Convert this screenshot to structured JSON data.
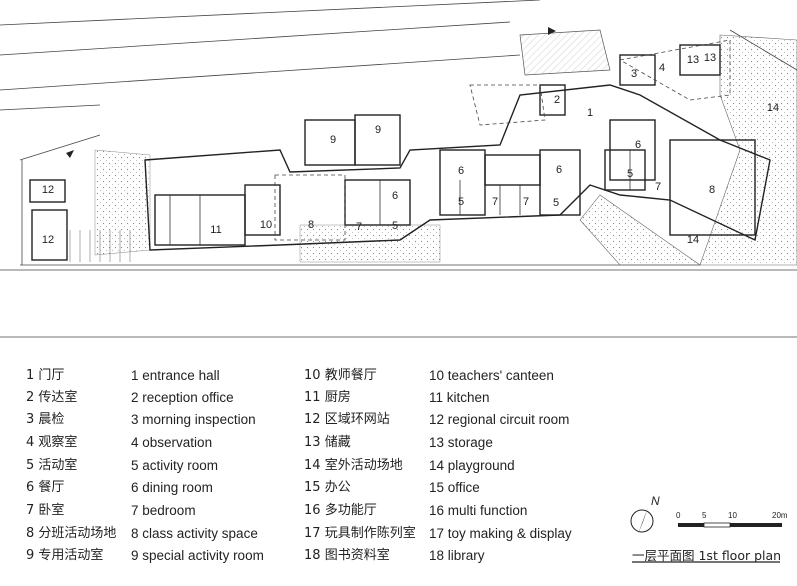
{
  "legend": [
    {
      "num": "1",
      "zh": "门厅",
      "en": "entrance hall"
    },
    {
      "num": "2",
      "zh": "传达室",
      "en": "reception office"
    },
    {
      "num": "3",
      "zh": "晨检",
      "en": "morning inspection"
    },
    {
      "num": "4",
      "zh": "观察室",
      "en": "observation"
    },
    {
      "num": "5",
      "zh": "活动室",
      "en": "activity room"
    },
    {
      "num": "6",
      "zh": "餐厅",
      "en": "dining room"
    },
    {
      "num": "7",
      "zh": "卧室",
      "en": "bedroom"
    },
    {
      "num": "8",
      "zh": "分班活动场地",
      "en": "class activity space"
    },
    {
      "num": "9",
      "zh": "专用活动室",
      "en": "special activity room"
    },
    {
      "num": "10",
      "zh": "教师餐厅",
      "en": "teachers' canteen"
    },
    {
      "num": "11",
      "zh": "厨房",
      "en": "kitchen"
    },
    {
      "num": "12",
      "zh": "区域环网站",
      "en": "regional circuit room"
    },
    {
      "num": "13",
      "zh": "储藏",
      "en": "storage"
    },
    {
      "num": "14",
      "zh": "室外活动场地",
      "en": "playground"
    },
    {
      "num": "15",
      "zh": "办公",
      "en": "office"
    },
    {
      "num": "16",
      "zh": "多功能厅",
      "en": "multi function"
    },
    {
      "num": "17",
      "zh": "玩具制作陈列室",
      "en": "toy making & display"
    },
    {
      "num": "18",
      "zh": "图书资料室",
      "en": "library"
    }
  ],
  "north_label": "N",
  "scale_labels": [
    "0",
    "5",
    "10",
    "20m"
  ],
  "plan_title": "一层平面图 1st floor plan",
  "room_labels": [
    "1",
    "2",
    "3",
    "4",
    "5",
    "6",
    "7",
    "8",
    "9",
    "10",
    "11",
    "12",
    "13",
    "14"
  ]
}
